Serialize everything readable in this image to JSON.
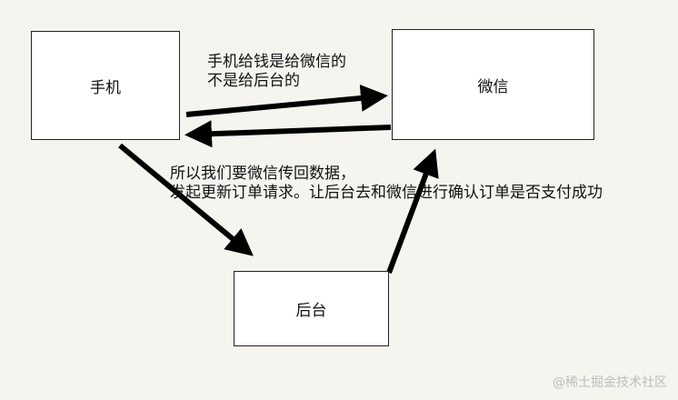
{
  "nodes": {
    "phone": "手机",
    "wechat": "微信",
    "backend": "后台"
  },
  "annotations": {
    "top_line1": "手机给钱是给微信的",
    "top_line2": "不是给后台的",
    "mid_line1": "所以我们要微信传回数据，",
    "mid_line2": "发起更新订单请求。让后台去和微信进行确认订单是否支付成功"
  },
  "watermark": "@稀土掘金技术社区",
  "colors": {
    "background": "#f5f4ef",
    "arrow": "#000000"
  }
}
